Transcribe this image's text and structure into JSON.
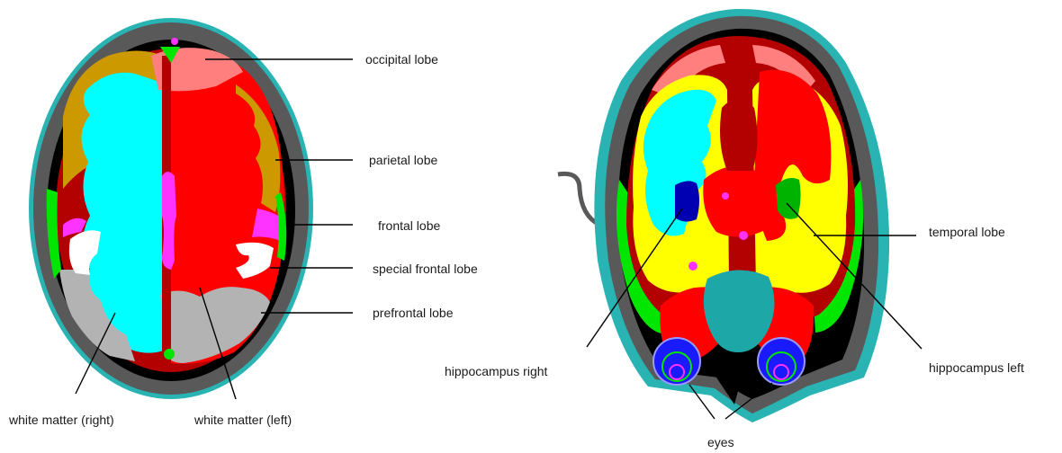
{
  "labels": {
    "occipital_lobe": "occipital lobe",
    "parietal_lobe": "parietal lobe",
    "frontal_lobe": "frontal lobe",
    "special_frontal_lobe": "special frontal lobe",
    "prefrontal_lobe": "prefrontal lobe",
    "white_matter_right": "white matter (right)",
    "white_matter_left": "white matter (left)",
    "hippocampus_right": "hippocampus right",
    "eyes": "eyes",
    "temporal_lobe": "temporal lobe",
    "hippocampus_left": "hippocampus left"
  },
  "colors": {
    "skin": "#29b3b3",
    "skull": "#595959",
    "csf": "#000000",
    "white_matter_right": "#00ffff",
    "white_matter_left": "#ff0000",
    "occipital": "#ff7f7f",
    "parietal": "#cc9900",
    "frontal_dark": "#b30000",
    "special_frontal": "#ffffff",
    "prefrontal": "#b3b3b3",
    "ventricle": "#ff33ff",
    "green": "#00e600",
    "temporal": "#ffff00",
    "hippocampus_right": "#0000b3",
    "hippocampus_left": "#00b300",
    "brainstem": "#1ea7a7",
    "eyes": "#1a1aff"
  }
}
